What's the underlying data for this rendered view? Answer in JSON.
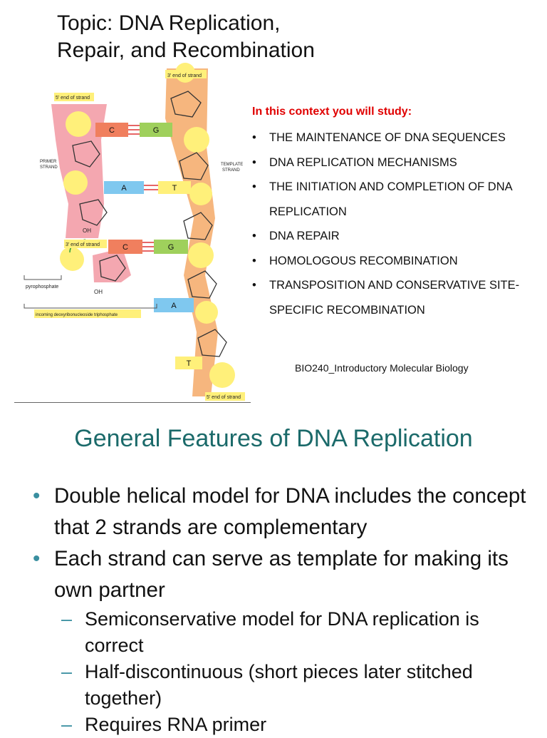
{
  "slide1": {
    "title_line1": "Topic: DNA Replication,",
    "title_line2": "Repair, and Recombination",
    "study_heading": "In this context you will study:",
    "study_items": [
      "THE MAINTENANCE OF DNA SEQUENCES",
      "DNA REPLICATION MECHANISMS",
      "THE INITIATION AND COMPLETION OF DNA REPLICATION",
      "DNA REPAIR",
      "HOMOLOGOUS RECOMBINATION",
      "TRANSPOSITION AND CONSERVATIVE SITE-SPECIFIC RECOMBINATION"
    ],
    "course": "BIO240_Introductory Molecular Biology",
    "bullet_glyph": "•",
    "diagram": {
      "label_3end_top": "3' end of strand",
      "label_5end_left": "5' end of strand",
      "label_primer": "PRIMER",
      "label_primer2": "STRAND",
      "label_template": "TEMPLATE",
      "label_template2": "STRAND",
      "label_3end_mid": "3' end of strand",
      "label_pyrophosphate": "pyrophosphate",
      "label_incoming": "incoming deoxyribonucleoside triphosphate",
      "label_5end_bottom": "5' end of strand",
      "base_C1": "C",
      "base_G1": "G",
      "base_A1": "A",
      "base_T1": "T",
      "base_C2": "C",
      "base_G2": "G",
      "base_A2": "A",
      "base_T2": "T",
      "oh1": "OH",
      "oh2": "OH",
      "colors": {
        "template_strand": "#f6b67e",
        "primer_strand": "#f4a7b0",
        "phosphate": "#fff07a",
        "base_C": "#f07f5e",
        "base_G": "#9fd05c",
        "base_A": "#7fc8ef",
        "base_T": "#fff07a"
      }
    }
  },
  "slide2": {
    "title": "General Features of DNA Replication",
    "bullet_glyph": "•",
    "dash_glyph": "–",
    "bullets": [
      "Double helical model for DNA includes the concept that 2 strands are complementary",
      "Each strand can serve as template for making its own partner"
    ],
    "sub_bullets": [
      "Semiconservative model for DNA replication is correct",
      "Half-discontinuous (short pieces later stitched together)",
      "Requires RNA primer"
    ]
  }
}
